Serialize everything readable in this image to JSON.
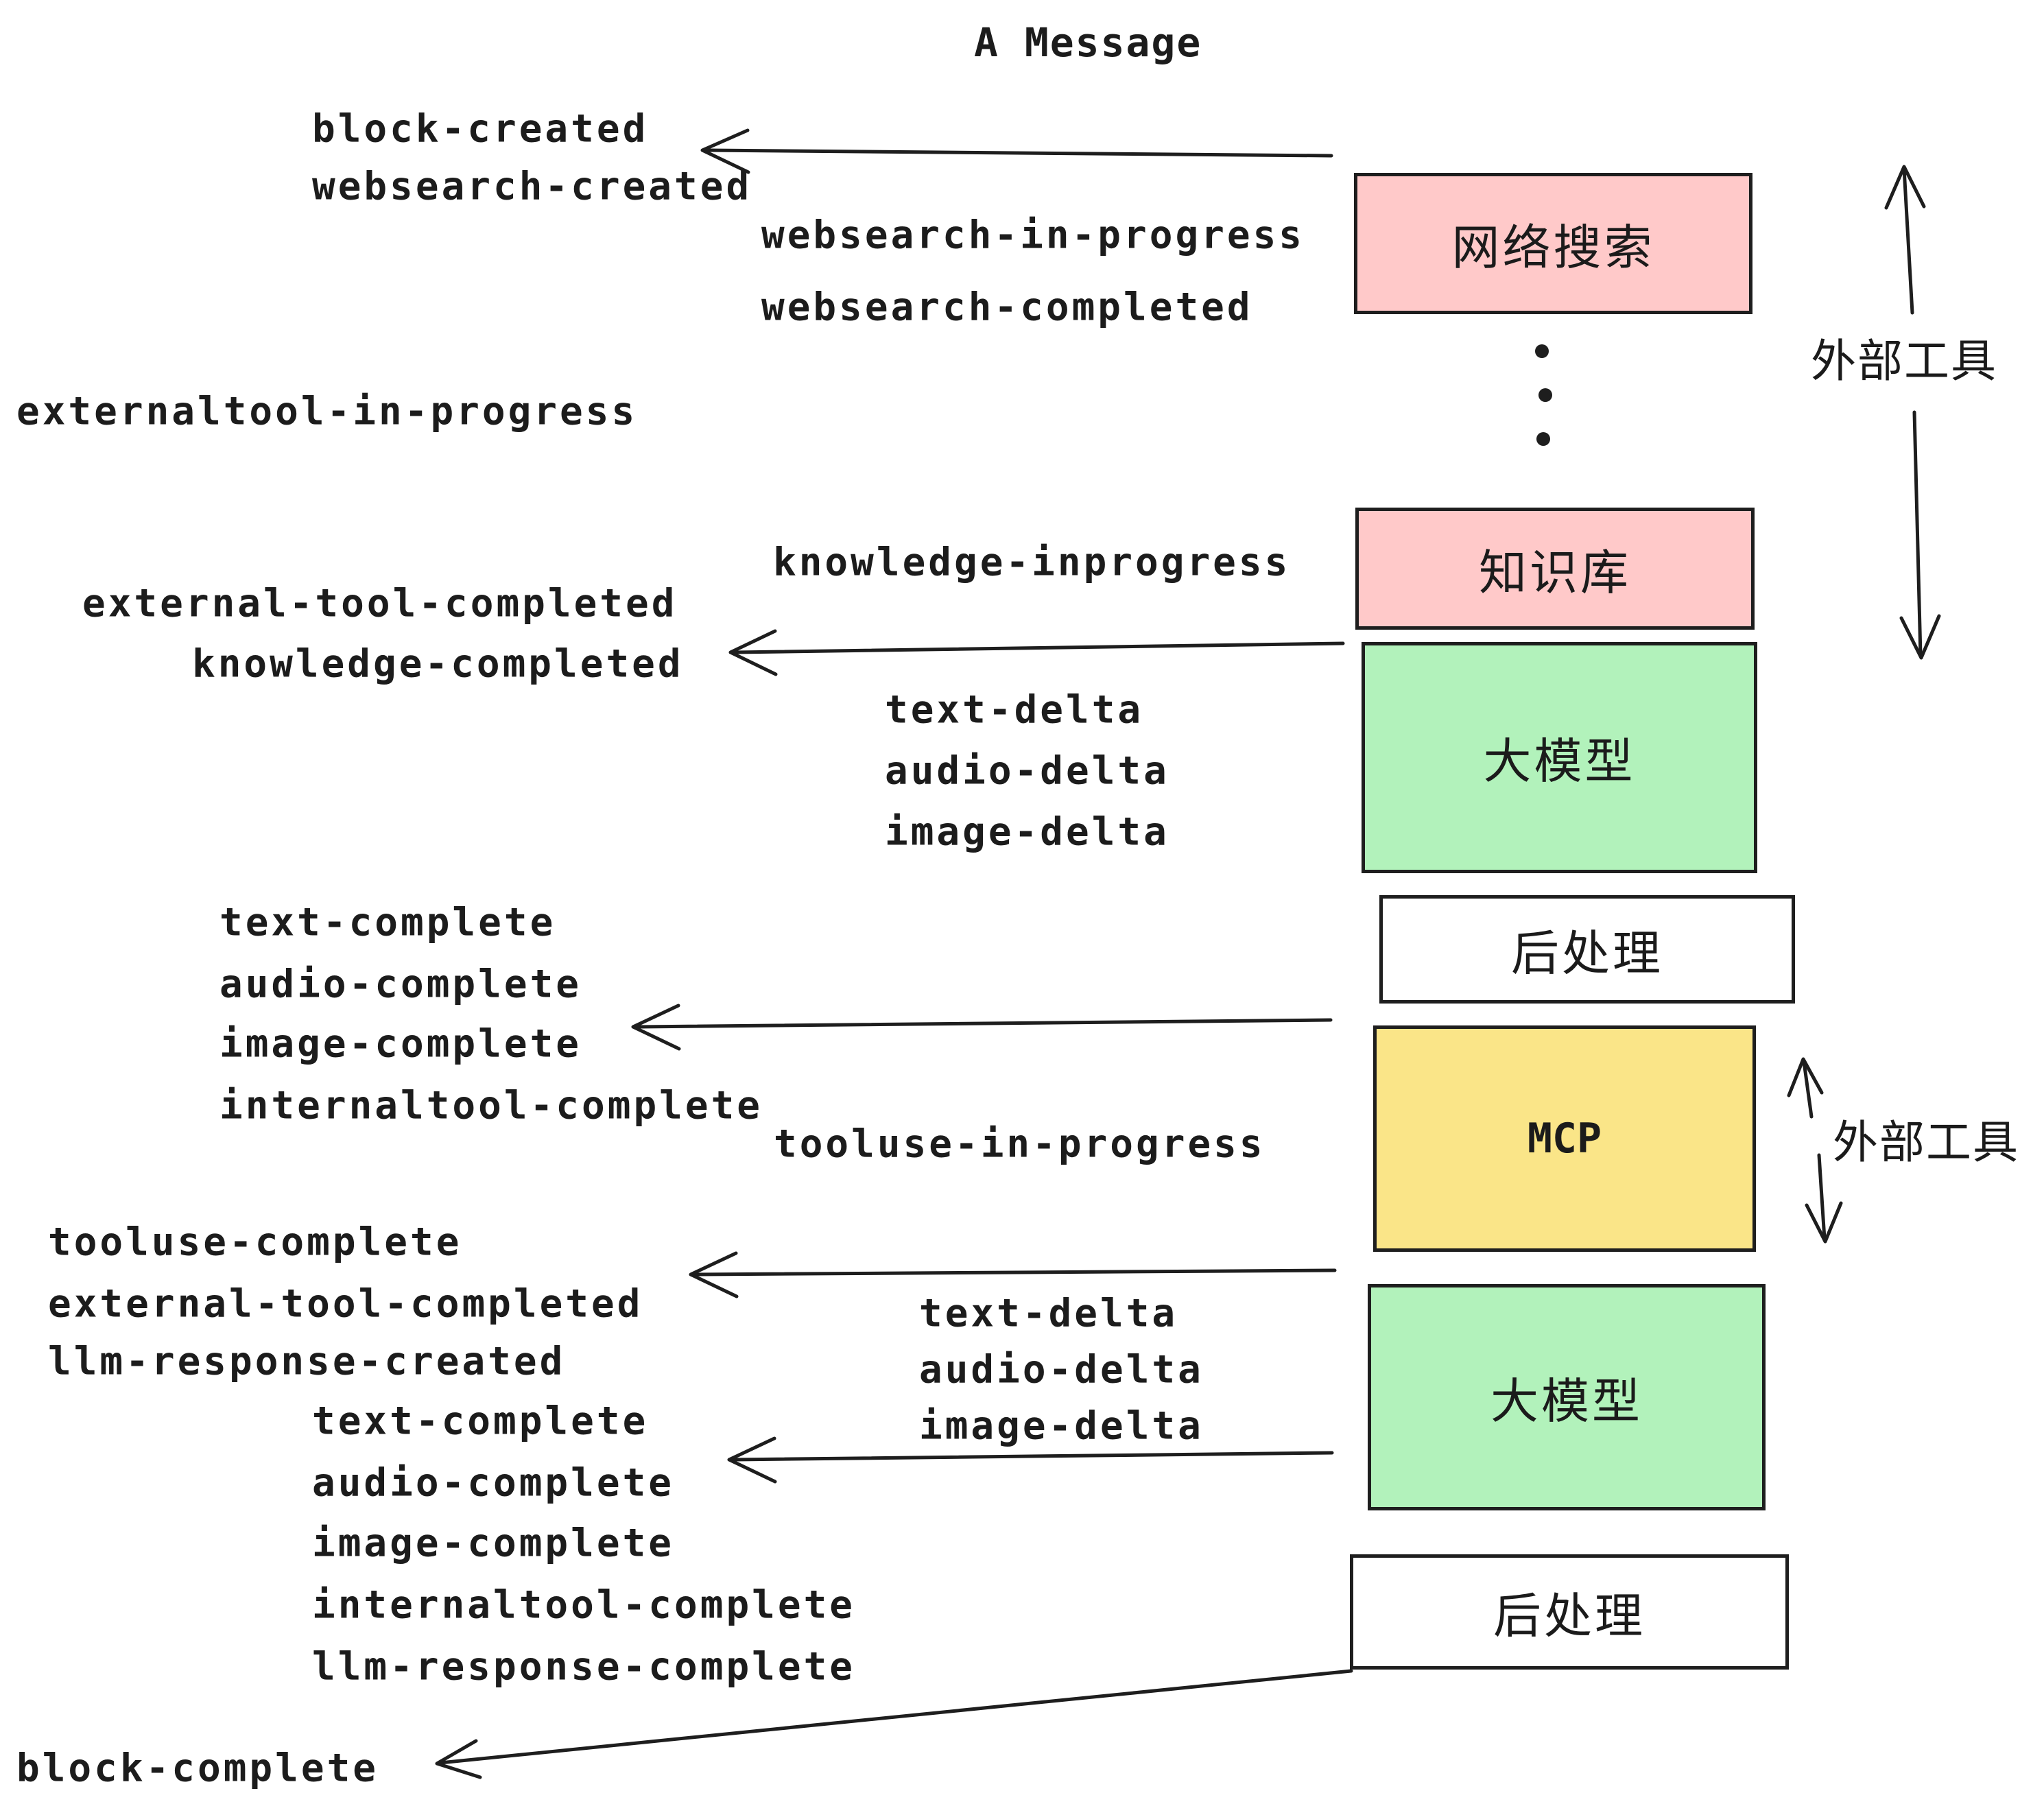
{
  "title": "A Message",
  "colors": {
    "pink": "#FFC9C9",
    "green": "#B2F2BB",
    "yellow": "#FAE588",
    "white": "#FFFFFF",
    "ink": "#1E1E1E",
    "background": "#FFFFFF"
  },
  "icons": {
    "left_arrow": "←",
    "up_arrow": "↑",
    "down_arrow": "↓",
    "vertical_ellipsis": "⋮"
  },
  "labels": {
    "block_created": "block-created",
    "websearch_created": "websearch-created",
    "websearch_in_progress": "websearch-in-progress",
    "websearch_completed": "websearch-completed",
    "externaltool_in_progress": "externaltool-in-progress",
    "knowledge_inprogress": "knowledge-inprogress",
    "external_tool_completed": "external-tool-completed",
    "knowledge_completed": "knowledge-completed",
    "text_delta": "text-delta",
    "audio_delta": "audio-delta",
    "image_delta": "image-delta",
    "text_complete": "text-complete",
    "audio_complete": "audio-complete",
    "image_complete": "image-complete",
    "internaltool_complete": "internaltool-complete",
    "tooluse_in_progress": "tooluse-in-progress",
    "tooluse_complete": "tooluse-complete",
    "llm_response_created": "llm-response-created",
    "llm_response_complete": "llm-response-complete",
    "block_complete": "block-complete"
  },
  "boxes": {
    "websearch": "网络搜索",
    "knowledge": "知识库",
    "llm": "大模型",
    "post": "后处理",
    "mcp": "MCP"
  },
  "annotations": {
    "external_tools": "外部工具"
  }
}
